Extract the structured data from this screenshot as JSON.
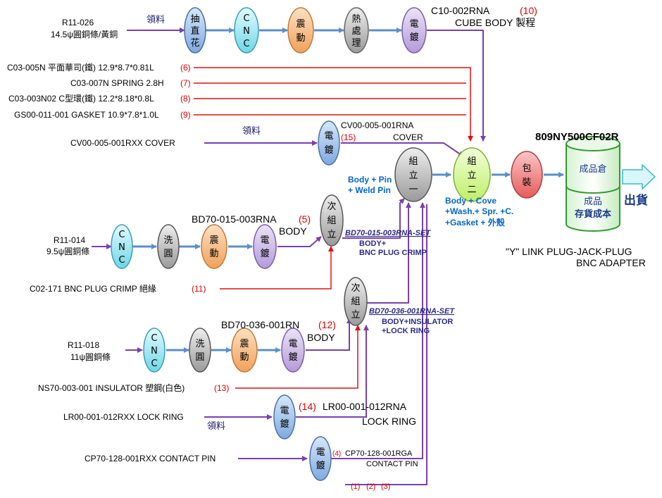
{
  "sources": {
    "r11_026": {
      "code": "R11-026",
      "desc": "14.5ψ圓銅條/黃銅"
    },
    "c03_005n": {
      "text": "C03-005N 平面華司(鐵) 12.9*8.7*0.81L",
      "num": "(6)"
    },
    "c03_007n": {
      "text": "C03-007N SPRING 2.8H",
      "num": "(7)"
    },
    "c03_003n02": {
      "text": "C03-003N02 C型環(鐵) 12.2*8.18*0.8L",
      "num": "(8)"
    },
    "gs00": {
      "text": "GS00-011-001 GASKET 10.9*7.8*1.0L",
      "num": "(9)"
    },
    "cv00_rxx": {
      "text": "CV00-005-001RXX COVER"
    },
    "r11_014": {
      "code": "R11-014",
      "desc": "9.5ψ圓銅條"
    },
    "c02_171": {
      "text": "C02-171 BNC PLUG CRIMP 絕緣",
      "num": "(11)"
    },
    "r11_018": {
      "code": "R11-018",
      "desc": "11ψ圓銅條"
    },
    "ns70": {
      "text": "NS70-003-001 INSULATOR 塑鋼(白色)",
      "num": "(13)"
    },
    "lr00_rxx": {
      "text": "LR00-001-012RXX LOCK RING"
    },
    "cp70_rxx": {
      "text": "CP70-128-001RXX CONTACT PIN"
    }
  },
  "labels": {
    "lingliao": "領料",
    "c10_code": "C10-002RNA",
    "c10_num": "(10)",
    "c10_desc": "CUBE BODY 製程",
    "cv00_rna_code": "CV00-005-001RNA",
    "cv00_rna_num": "(15)",
    "cv00_rna_desc": "COVER",
    "bd70_015_code": "BD70-015-003RNA",
    "bd70_015_num": "(5)",
    "bd70_015_desc": "BODY",
    "bd70_036_code": "BD70-036-001RN",
    "bd70_036_num": "(12)",
    "bd70_036_desc": "BODY",
    "lr00_rna_num": "(14)",
    "lr00_rna_code": "LR00-001-012RNA",
    "lr00_rna_desc": "LOCK RING",
    "cp70_rga_num": "(4)",
    "cp70_rga_code": "CP70-128-001RGA",
    "cp70_rga_desc": "CONTACT PIN",
    "bottom_nums": [
      "(1)",
      "(2)",
      "(3)"
    ],
    "asm1_note": [
      "Body + Pin",
      "+ Weld Pin"
    ],
    "asm2_note": [
      "Body + Cove",
      "+Wash.+ Spr. +C.",
      "+Gasket + 外殼"
    ],
    "set1": {
      "title": "BD70-015-003RNA-SET",
      "lines": [
        "BODY+",
        "BNC PLUG  CRIMP"
      ]
    },
    "set2": {
      "title": "BD70-036-001RNA-SET",
      "lines": [
        "BODY+INSULATOR",
        "+LOCK RING"
      ]
    },
    "product_code": "809NY500CF02R",
    "product_name": [
      "\"Y\" LINK PLUG-JACK-PLUG",
      "BNC ADAPTER"
    ],
    "warehouse_top": "成品倉",
    "warehouse_bottom": [
      "成品",
      "存貨成本"
    ],
    "ship": "出貨"
  },
  "nodes": {
    "drawing": [
      "抽",
      "直",
      "花"
    ],
    "cnc": [
      "C",
      "N",
      "C"
    ],
    "vibrate": [
      "震",
      "動"
    ],
    "heat": [
      "熱",
      "處",
      "理"
    ],
    "plating": [
      "電",
      "鍍"
    ],
    "wash": [
      "洗",
      "圓"
    ],
    "sub_asm": [
      "次",
      "組",
      "立"
    ],
    "asm1": [
      "組",
      "立",
      "一"
    ],
    "asm2": [
      "組",
      "立",
      "二"
    ],
    "pack": [
      "包",
      "裝"
    ]
  },
  "colors": {
    "blue_node": "#9dc3ec",
    "cyan_node": "#9fe8f2",
    "orange_node": "#f7be8a",
    "gray_node": "#bdbdbd",
    "purple_node": "#cdb8e6",
    "green_node": "#d8f7a0",
    "pink_node": "#f08a8a",
    "purple_line": "#7a3fb0",
    "blue_line": "#5b8fc8",
    "red_line": "#e01010"
  }
}
